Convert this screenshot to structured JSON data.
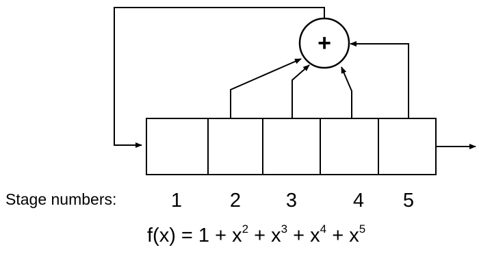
{
  "diagram": {
    "adder_symbol": "+",
    "stage_caption": "Stage numbers:",
    "stages": [
      "1",
      "2",
      "3",
      "4",
      "5"
    ],
    "formula": {
      "lead": "f(x) = 1 + x",
      "exp2": "2",
      "mid3": " + x",
      "exp3": "3",
      "mid4": " + x",
      "exp4": "4",
      "mid5": " + x",
      "exp5": "5"
    }
  }
}
